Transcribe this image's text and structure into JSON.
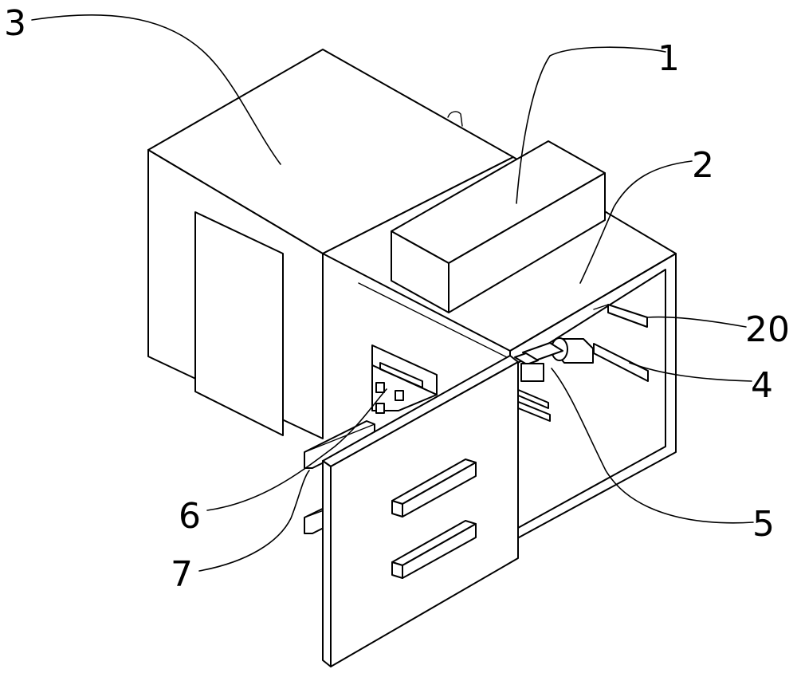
{
  "figure": {
    "callouts": [
      {
        "id": "c3",
        "text": "3"
      },
      {
        "id": "c1",
        "text": "1"
      },
      {
        "id": "c2",
        "text": "2"
      },
      {
        "id": "c20",
        "text": "20"
      },
      {
        "id": "c4",
        "text": "4"
      },
      {
        "id": "c5",
        "text": "5"
      },
      {
        "id": "c6",
        "text": "6"
      },
      {
        "id": "c7",
        "text": "7"
      }
    ]
  }
}
